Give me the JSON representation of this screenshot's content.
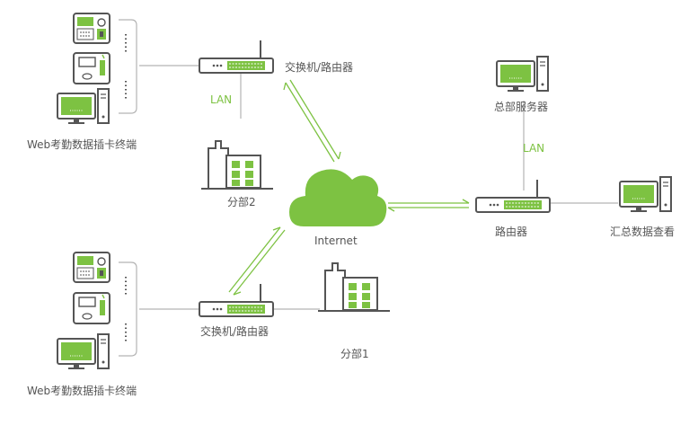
{
  "labels": {
    "web_terminal_top": "Web考勤数据插卡终端",
    "web_terminal_bottom": "Web考勤数据插卡终端",
    "switch_top": "交换机/路由器",
    "switch_bottom": "交换机/路由器",
    "lan_left": "LAN",
    "lan_right": "LAN",
    "branch2": "分部2",
    "branch1": "分部1",
    "internet": "Internet",
    "router": "路由器",
    "hq_server": "总部服务器",
    "summary_pc": "汇总数据查看"
  },
  "colors": {
    "accent_green": "#7dc242",
    "outline_gray": "#555555",
    "line_gray": "#b3b3b3"
  }
}
